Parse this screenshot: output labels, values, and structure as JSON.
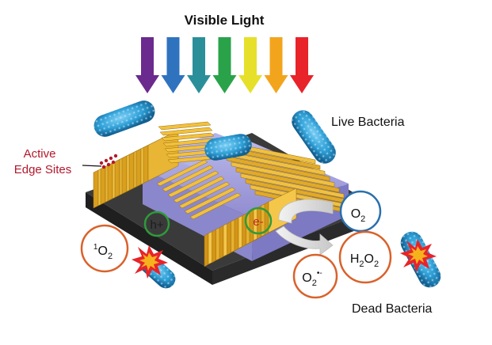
{
  "diagram": {
    "title": "Visible Light",
    "live_bacteria_label": "Live Bacteria",
    "dead_bacteria_label": "Dead Bacteria",
    "active_edge_line1": "Active",
    "active_edge_line2": "Edge Sites",
    "hole_label": "h+",
    "electron_label": "e-",
    "o2_label": "O",
    "o2_sub": "2",
    "singlet_sup": "1",
    "singlet_label": "O",
    "singlet_sub": "2",
    "h2o2_h": "H",
    "h2o2_sub1": "2",
    "h2o2_o": "O",
    "h2o2_sub2": "2",
    "superoxide_label": "O",
    "superoxide_sub": "2",
    "superoxide_sup": "•-"
  },
  "colors": {
    "spectrum": [
      "#6a2a8e",
      "#2f73bf",
      "#2b8f9a",
      "#2aa24a",
      "#e6e02a",
      "#f2a51c",
      "#e8232a"
    ],
    "accent_red": "#b2182b",
    "ros_circle": "#d9622b",
    "o2_circle": "#2a6fad",
    "charge_circle": "#2f9a3a",
    "gold_sheet": "#e0ae2a",
    "purple_sheet": "#a7a4dd",
    "base": "#2f2f2f",
    "bacteria": "#2e9fd6"
  }
}
